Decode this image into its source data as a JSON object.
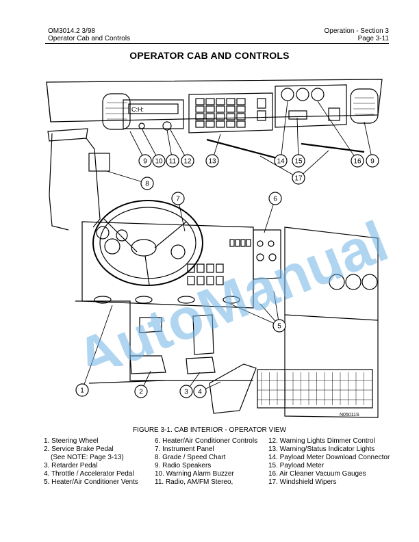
{
  "header": {
    "doc_id": "OM3014.2 3/98",
    "doc_subtitle": "Operator Cab and Controls",
    "section": "Operation - Section 3",
    "page": "Page 3-11"
  },
  "page_title": "OPERATOR CAB AND CONTROLS",
  "figure": {
    "drawing_number": "N05011S",
    "caption": "FIGURE 3-1. CAB INTERIOR - OPERATOR VIEW",
    "callouts": [
      "1",
      "2",
      "3",
      "4",
      "5",
      "6",
      "7",
      "8",
      "9",
      "10",
      "11",
      "12",
      "13",
      "14",
      "15",
      "16",
      "17"
    ],
    "radio_display": "C:H:"
  },
  "legend": {
    "col1": [
      "1. Steering Wheel",
      "2. Service Brake Pedal",
      "(See NOTE: Page 3-13)",
      "3. Retarder Pedal",
      "4. Throttle / Accelerator Pedal",
      "5. Heater/Air Conditioner Vents"
    ],
    "col2": [
      "6. Heater/Air Conditioner Controls",
      "7. Instrument Panel",
      "8. Grade / Speed Chart",
      "9. Radio Speakers",
      "10. Warning Alarm Buzzer",
      "11. Radio, AM/FM Stereo,"
    ],
    "col3": [
      "12. Warning Lights Dimmer Control",
      "13. Warning/Status Indicator Lights",
      "14. Payload Meter Download Connector",
      "15. Payload Meter",
      "16. Air Cleaner Vacuum Gauges",
      "17. Windshield Wipers"
    ]
  },
  "watermark": "AutoManual"
}
